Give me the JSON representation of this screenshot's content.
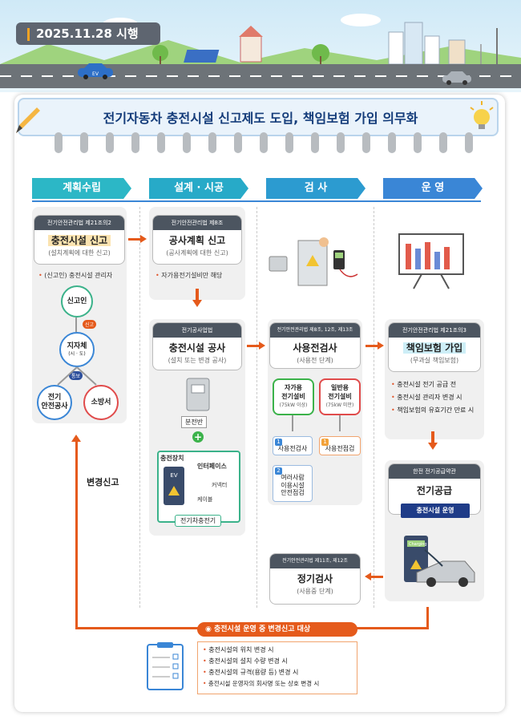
{
  "header": {
    "date": "2025.11.28 시행",
    "ev_label": "EV"
  },
  "title": "전기자동차 충전시설 신고제도 도입, 책임보험 가입 의무화",
  "phases": [
    "계획수립",
    "설계 · 시공",
    "검 사",
    "운 영"
  ],
  "col1": {
    "law": "전기안전관리법 제21조의2",
    "name": "충전시설 신고",
    "sub": "(설치계획에 대한 신고)",
    "note": "(신고인) 충전시설 관리자",
    "node1": "신고인",
    "tag1": "신고",
    "node2": "지자체",
    "node2sub": "(시 · 도)",
    "tag2": "통보",
    "node3": "전기\n안전공사",
    "node4": "소방서",
    "change": "변경신고"
  },
  "col2": {
    "law1": "전기안전관리법 제8조",
    "name1": "공사계획 신고",
    "sub1": "(공사계획에 대한 신고)",
    "note1": "자가용전기설비만 해당",
    "law2": "전기공사업법",
    "name2": "충전시설 공사",
    "sub2": "(설치 또는 변경 공사)",
    "panel": "분전반",
    "device": "충전장치",
    "iface": "인터페이스",
    "connector": "커넥터",
    "cable": "케이블",
    "ev": "EV",
    "charger": "전기차충전기"
  },
  "col3": {
    "law1": "전기안전관리법 제8조, 12조, 제13조",
    "name1": "사용전검사",
    "sub1": "(사용전 단계)",
    "left_head": "자가용\n전기설비",
    "left_sub": "(75kW 이상)",
    "right_head": "일반용\n전기설비",
    "right_sub": "(75kW 미만)",
    "item1": "사용전검사",
    "item2": "여러사람\n이용시설\n안전점검",
    "item3": "사용전점검",
    "law2": "전기안전관리법 제11조, 제12조",
    "name2": "정기검사",
    "sub2": "(사용중 단계)"
  },
  "col4": {
    "law1": "전기안전관리법 제21조의3",
    "name1": "책임보험 가입",
    "sub1": "(무과실 책임보험)",
    "bullets": [
      "충전시설 전기 공급 전",
      "충전시설 관리자 변경 시",
      "책임보험의 유효기간 만료 시"
    ],
    "law2": "한전 전기공급약관",
    "name2": "전기공급",
    "badge": "충전시설 운영",
    "charging": "Charging"
  },
  "bottom": {
    "head": "충전시설 운영 중 변경신고 대상",
    "items": [
      "충전시설의 위치 변경 시",
      "충전시설의 설치 수량 변경 시",
      "충전시설의 규격(용량 등) 변경 시",
      "충전시설 운영자의 회사명 또는 상호 변경 시"
    ]
  },
  "colors": {
    "navy": "#143c7a",
    "orange": "#e55a1b",
    "teal": "#2cb7c6",
    "blue": "#3a86d6"
  }
}
